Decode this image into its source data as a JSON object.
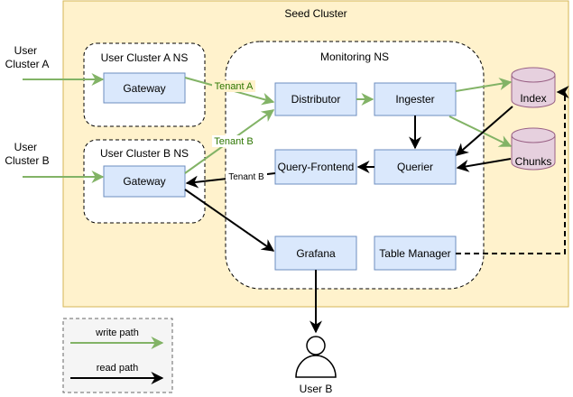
{
  "colors": {
    "seed_fill": "#fff2cc",
    "seed_stroke": "#d6b656",
    "box_fill": "#dae8fc",
    "box_stroke": "#6c8ebf",
    "db_fill": "#e6d0de",
    "db_stroke": "#996185",
    "write": "#82b366",
    "write_text": "#2d7600",
    "read": "#000000",
    "legend_fill": "#f5f5f5",
    "legend_stroke": "#666666"
  },
  "seed_cluster": {
    "title": "Seed Cluster"
  },
  "namespaces": {
    "user_a_ns": "User Cluster A NS",
    "user_b_ns": "User Cluster B NS",
    "monitoring_ns": "Monitoring NS"
  },
  "external": {
    "user_cluster_a": [
      "User",
      "Cluster A"
    ],
    "user_cluster_b": [
      "User",
      "Cluster B"
    ],
    "user_b": "User B"
  },
  "components": {
    "gateway_a": "Gateway",
    "gateway_b": "Gateway",
    "distributor": "Distributor",
    "ingester": "Ingester",
    "query_frontend": "Query-Frontend",
    "querier": "Querier",
    "grafana": "Grafana",
    "table_manager": "Table Manager"
  },
  "stores": {
    "index": "Index",
    "chunks": "Chunks"
  },
  "edge_labels": {
    "tenant_a": "Tenant A",
    "tenant_b_write": "Tenant B",
    "tenant_b_read": "Tenant B"
  },
  "legend": {
    "write_path": "write path",
    "read_path": "read path"
  }
}
